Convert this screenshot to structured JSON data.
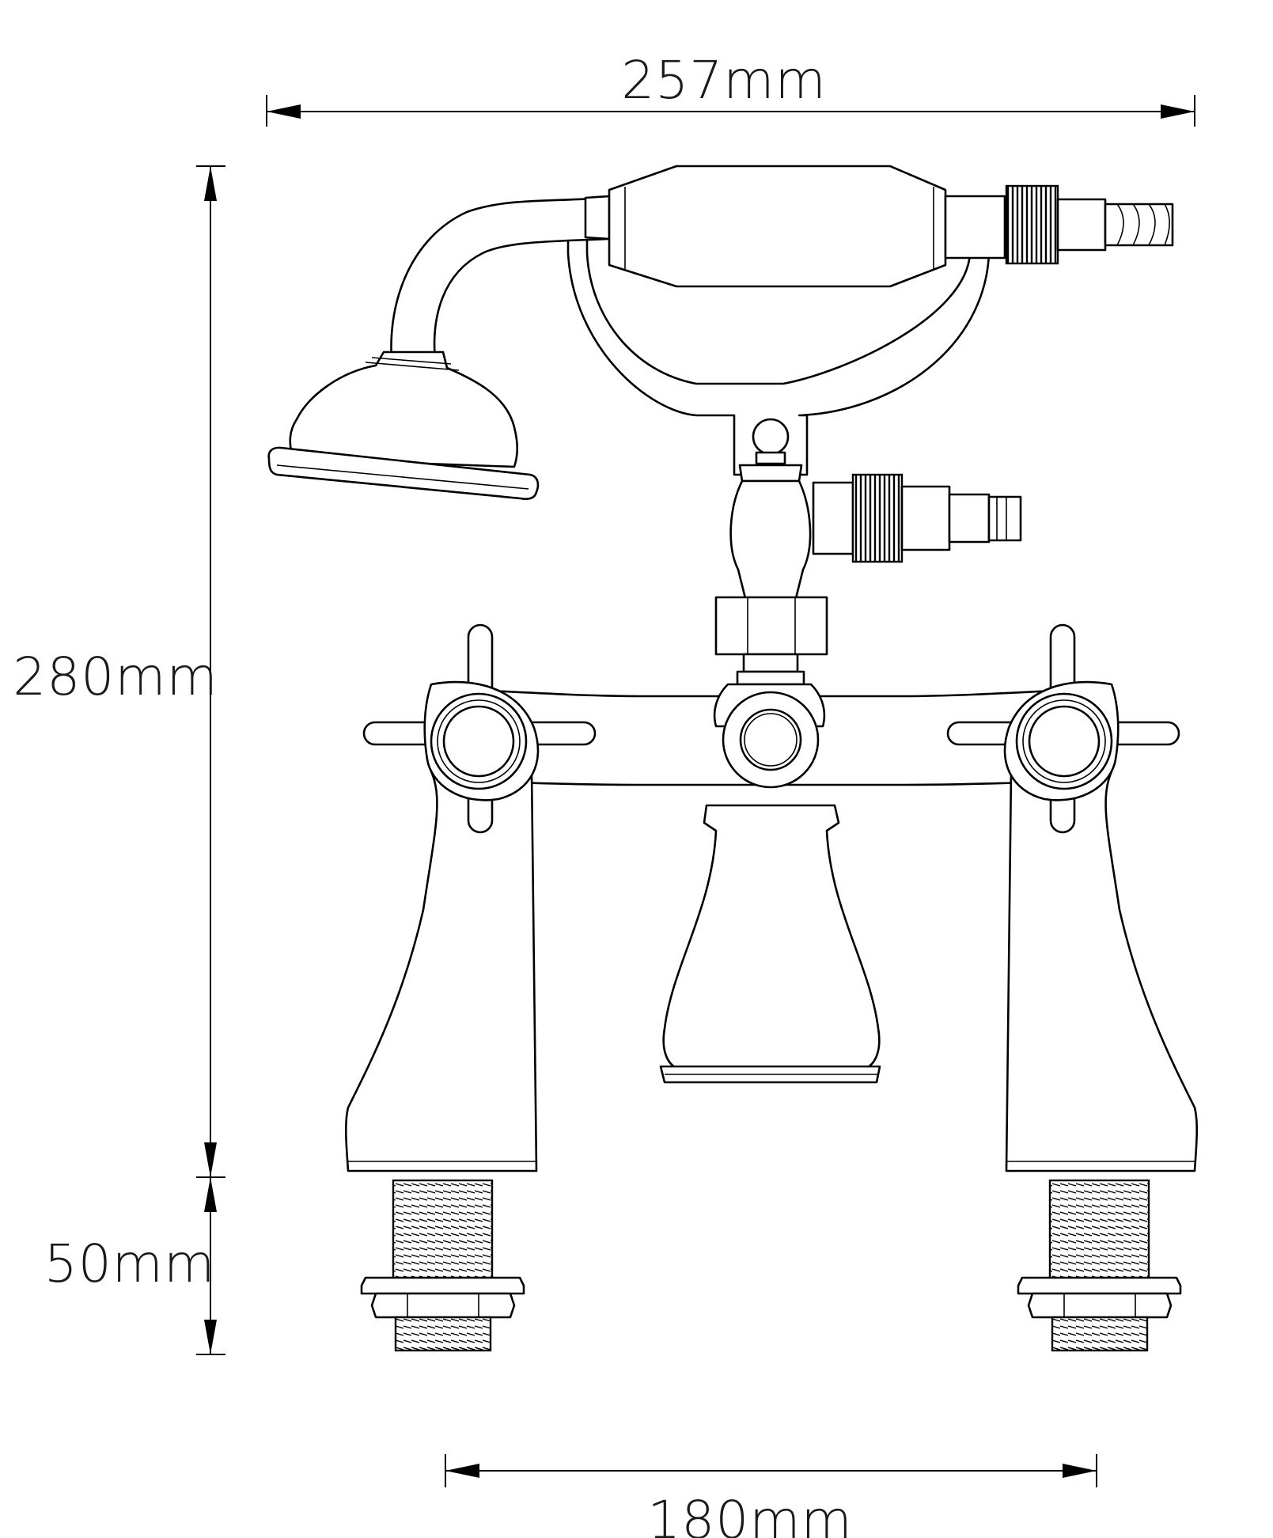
{
  "dimensions": {
    "width_top": "257mm",
    "height": "280mm",
    "tail_length": "50mm",
    "centres": "180mm"
  },
  "colors": {
    "line": "#000000",
    "background": "#ffffff"
  }
}
